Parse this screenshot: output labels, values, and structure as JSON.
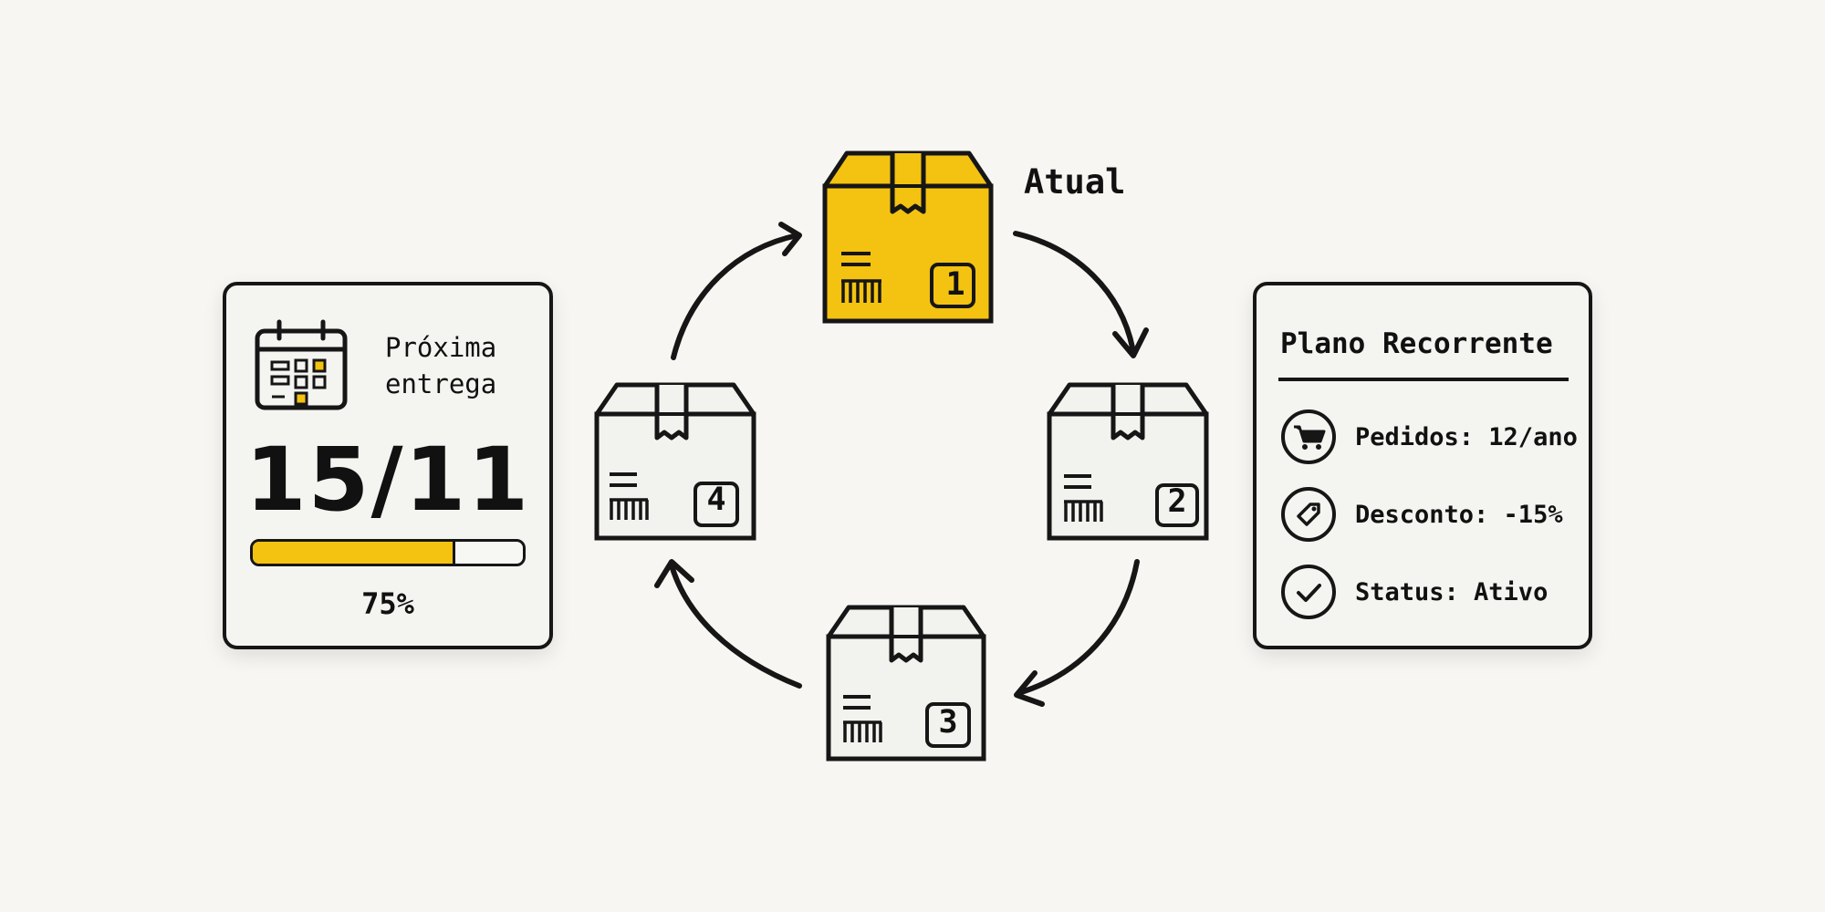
{
  "next_delivery": {
    "title": "Próxima\nentrega",
    "date": "15/11",
    "progress_value": 0.75,
    "progress_label": "75%",
    "icon": "calendar-icon"
  },
  "plan": {
    "title": "Plano Recorrente",
    "rows": [
      {
        "icon": "cart-icon",
        "label": "Pedidos: 12/ano"
      },
      {
        "icon": "tag-icon",
        "label": "Desconto: -15%"
      },
      {
        "icon": "check-icon",
        "label": "Status: Ativo"
      }
    ]
  },
  "cycle": {
    "current_label": "Atual",
    "boxes": [
      {
        "number": "1",
        "current": true
      },
      {
        "number": "2",
        "current": false
      },
      {
        "number": "3",
        "current": false
      },
      {
        "number": "4",
        "current": false
      }
    ]
  },
  "colors": {
    "accent": "#f4c211",
    "ink": "#161616",
    "box_fill": "#f2f2ef",
    "card_fill": "#f4f4f1",
    "background": "#f7f6f2"
  }
}
